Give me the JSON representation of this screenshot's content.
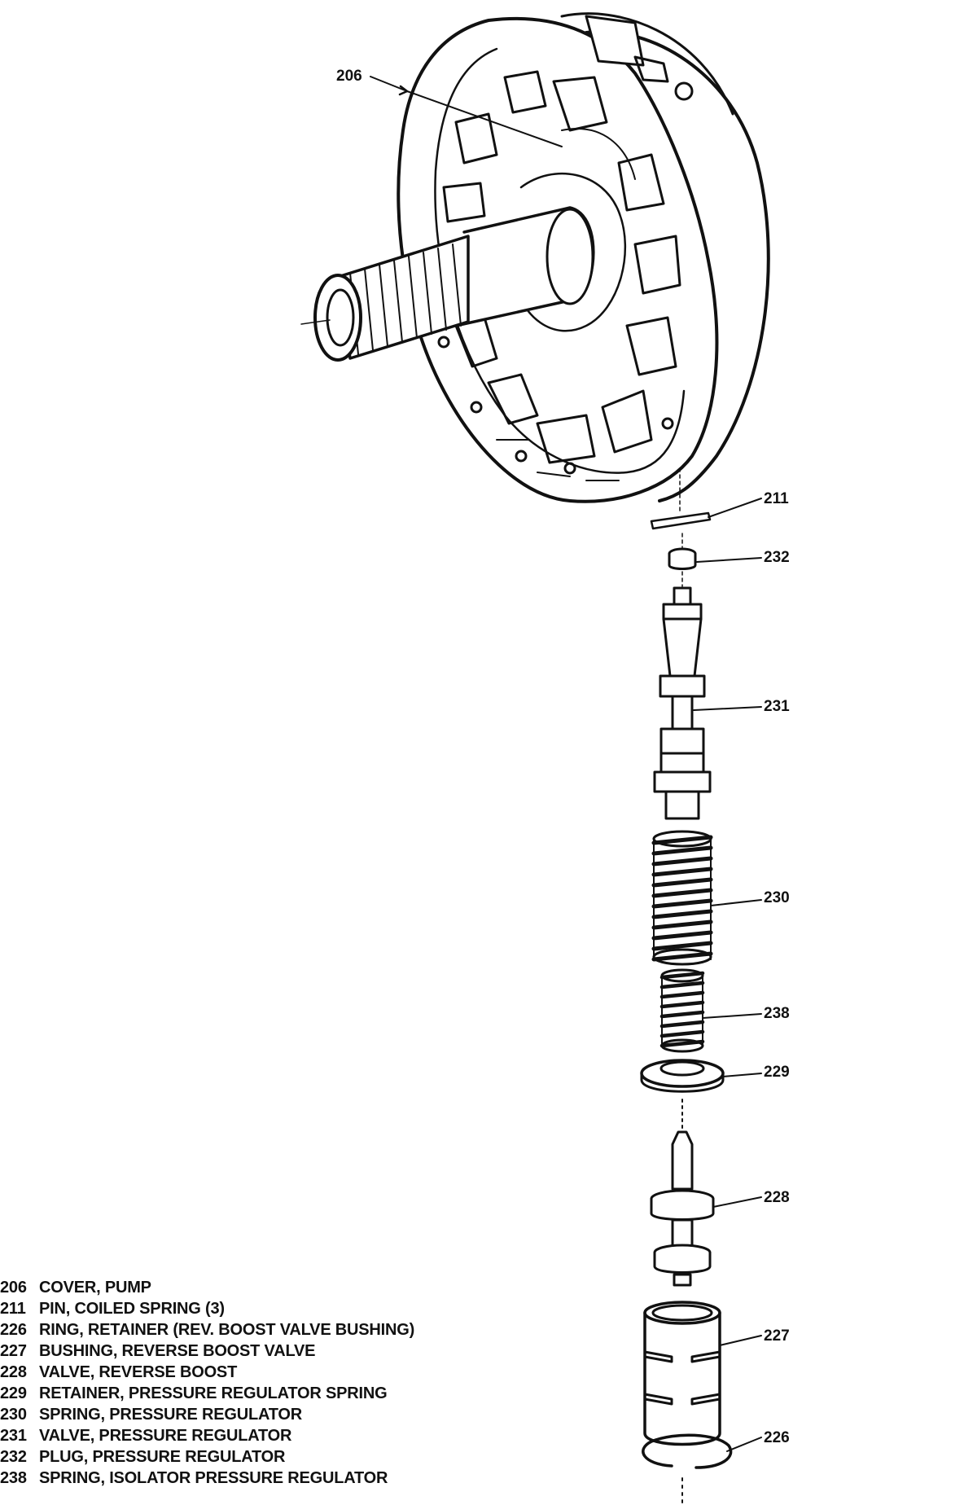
{
  "callouts": {
    "c206": "206",
    "c211": "211",
    "c232": "232",
    "c231": "231",
    "c230": "230",
    "c238": "238",
    "c229": "229",
    "c228": "228",
    "c227": "227",
    "c226": "226"
  },
  "legend": [
    {
      "num": "206",
      "text": "COVER, PUMP"
    },
    {
      "num": "211",
      "text": "PIN, COILED SPRING (3)"
    },
    {
      "num": "226",
      "text": "RING, RETAINER (REV. BOOST VALVE BUSHING)"
    },
    {
      "num": "227",
      "text": "BUSHING, REVERSE BOOST VALVE"
    },
    {
      "num": "228",
      "text": "VALVE, REVERSE BOOST"
    },
    {
      "num": "229",
      "text": "RETAINER, PRESSURE REGULATOR SPRING"
    },
    {
      "num": "230",
      "text": "SPRING, PRESSURE REGULATOR"
    },
    {
      "num": "231",
      "text": "VALVE, PRESSURE REGULATOR"
    },
    {
      "num": "232",
      "text": "PLUG, PRESSURE REGULATOR"
    },
    {
      "num": "238",
      "text": "SPRING, ISOLATOR PRESSURE REGULATOR"
    }
  ]
}
